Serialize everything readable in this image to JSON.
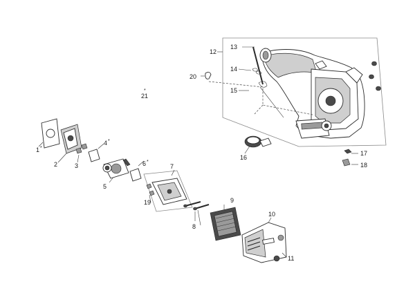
{
  "callouts": {
    "c1": "1",
    "c1_mark": "*",
    "c2": "2",
    "c3": "3",
    "c4": "4",
    "c4_mark": "*",
    "c5": "5",
    "c6": "6",
    "c6_mark": "*",
    "c7": "7",
    "c8": "8",
    "c9": "9",
    "c10": "10",
    "c11": "11",
    "c12": "12",
    "c13": "13",
    "c14": "14",
    "c15": "15",
    "c16": "16",
    "c17": "17",
    "c18": "18",
    "c19": "19",
    "c20": "20",
    "c21": "21",
    "c21_mark": "*"
  }
}
